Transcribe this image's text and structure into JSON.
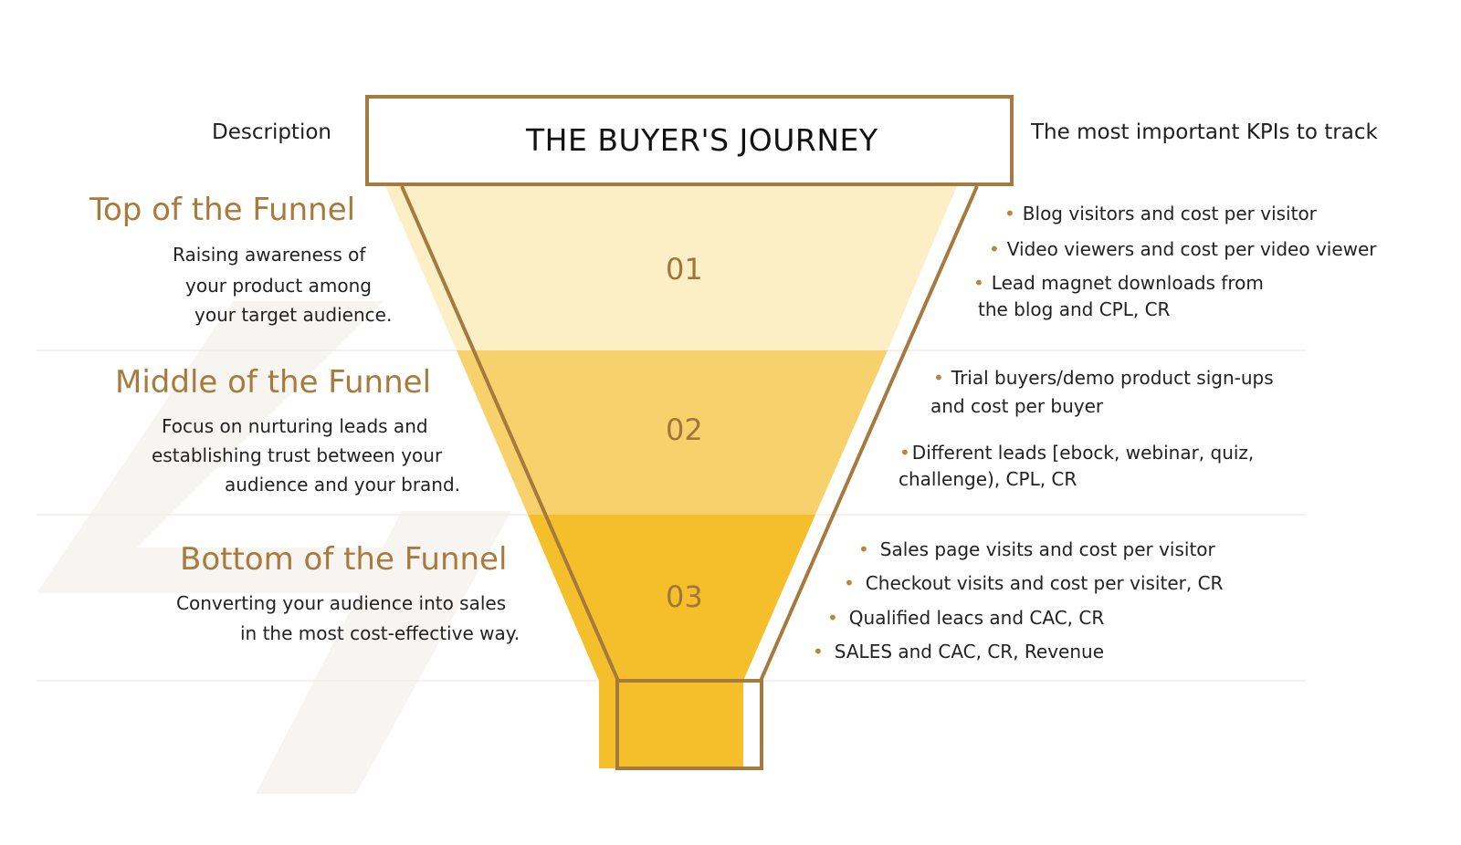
{
  "title": "THE BUYER'S JOURNEY",
  "headers": {
    "left": "Description",
    "right": "The most important KPIs to track"
  },
  "colors": {
    "border": "#a67a3e",
    "stage_text": "#a97a3c",
    "top_fill": "#fcefc6",
    "middle_fill": "#f7d26c",
    "bottom_fill": "#f5bf2c",
    "bullet": "#b9843d"
  },
  "stages": [
    {
      "number": "01",
      "name": "Top of the Funnel",
      "description": [
        "Raising awareness of",
        "your product among",
        "your target audience."
      ],
      "kpis": [
        [
          "Blog visitors and cost per visitor"
        ],
        [
          "Video viewers and cost per video viewer"
        ],
        [
          "Lead magnet downloads from",
          "the blog and CPL, CR"
        ]
      ]
    },
    {
      "number": "02",
      "name": "Middle of the Funnel",
      "description": [
        "Focus on nurturing leads and",
        "establishing trust between your",
        "audience and your brand."
      ],
      "kpis": [
        [
          "Trial buyers/demo product sign-ups",
          "and cost per buyer"
        ],
        [
          "Different leads [ebock, webinar, quiz,",
          "challenge), CPL, CR"
        ]
      ]
    },
    {
      "number": "03",
      "name": "Bottom of the Funnel",
      "description": [
        "Converting your audience into sales",
        "in the most cost-effective way."
      ],
      "kpis": [
        [
          "Sales page visits and cost per visitor"
        ],
        [
          "Checkout visits and cost per visiter, CR"
        ],
        [
          "Qualified leacs and CAC, CR"
        ],
        [
          "SALES and CAC, CR, Revenue"
        ]
      ]
    }
  ]
}
